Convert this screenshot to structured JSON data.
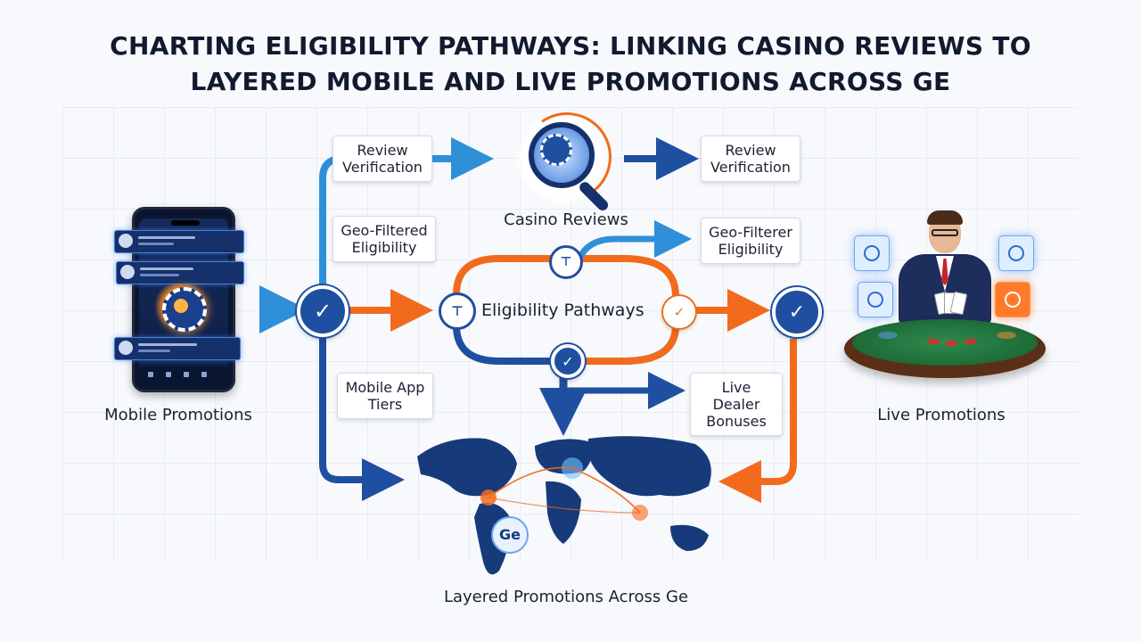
{
  "title": {
    "line1": "CHARTING ELIGIBILITY PATHWAYS: LINKING CASINO REVIEWS TO",
    "line2": "LAYERED MOBILE AND LIVE PROMOTIONS ACROSS GE"
  },
  "nodes": {
    "mobile_promotions": "Mobile Promotions",
    "casino_reviews": "Casino Reviews",
    "eligibility_pathways": "Eligibility Pathways",
    "live_promotions": "Live Promotions",
    "layered_promotions": "Layered Promotions Across Ge"
  },
  "labels": {
    "review_verification_left": "Review Verification",
    "review_verification_right": "Review Verification",
    "geo_filtered_left": "Geo-Filtered Eligibility",
    "geo_filtered_right": "Geo-Filterer Eligibility",
    "mobile_app_tiers": "Mobile App Tiers",
    "live_dealer_bonuses": "Live Dealer Bonuses"
  },
  "map": {
    "marker_label": "Ge"
  },
  "colors": {
    "primary_blue": "#1f4fa0",
    "accent_orange": "#f26b1d",
    "light_blue": "#2f8fd8"
  },
  "icons": [
    "smartphone-icon",
    "magnifier-icon",
    "casino-chip-icon",
    "check-icon",
    "filter-icon",
    "world-map-icon",
    "dealer-icon"
  ]
}
